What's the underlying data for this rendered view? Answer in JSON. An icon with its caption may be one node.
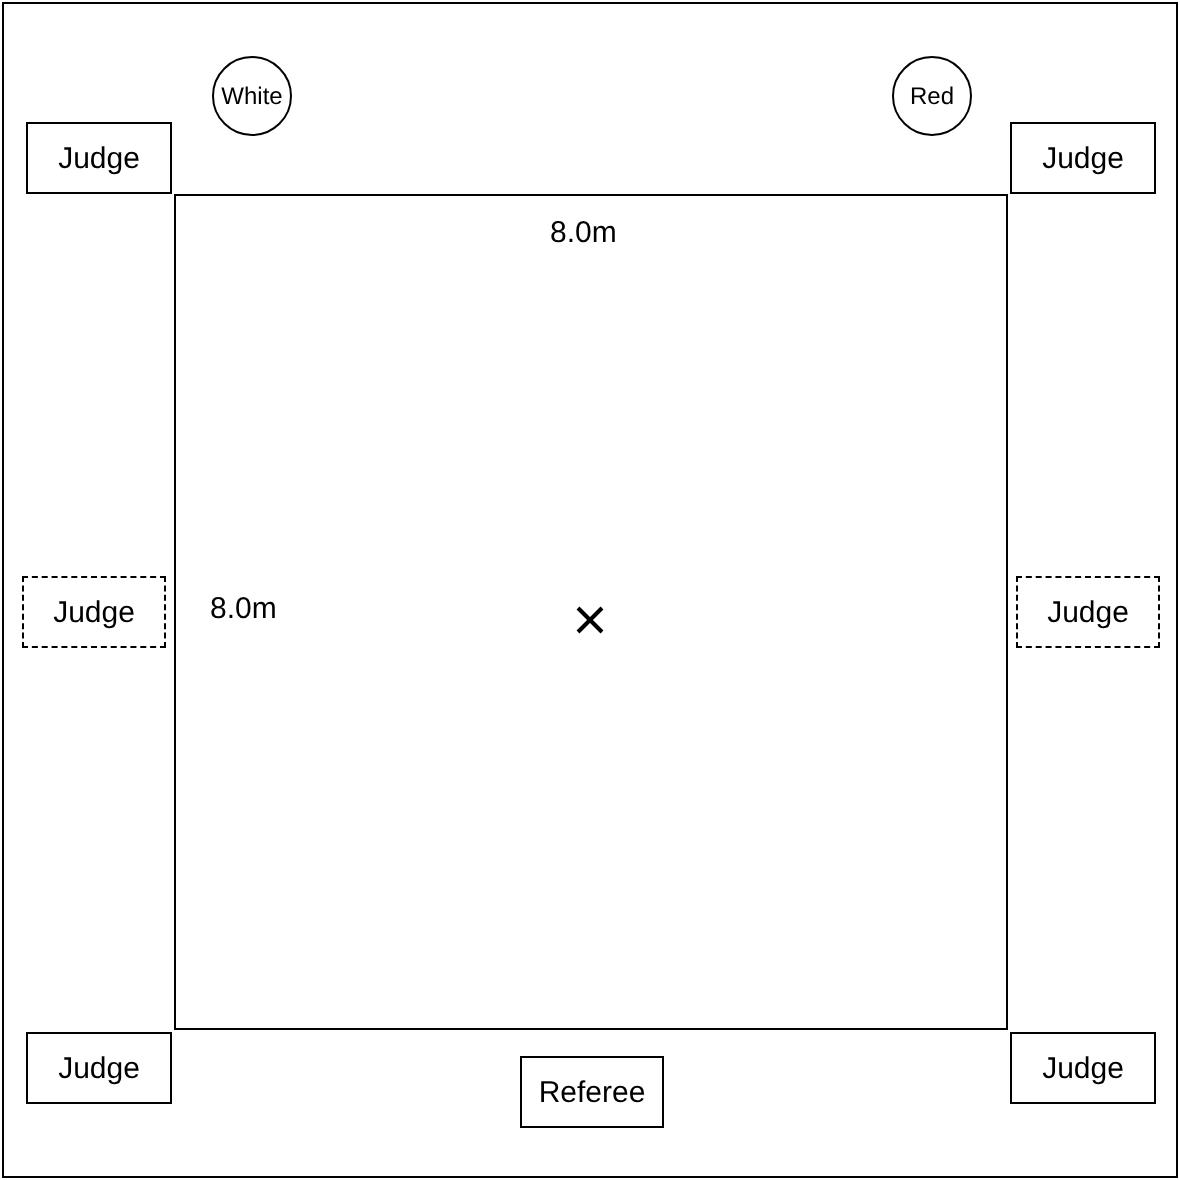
{
  "diagram": {
    "nodes": [
      {
        "text": [
          "White"
        ]
      },
      {
        "text": [
          "Red"
        ]
      },
      {
        "text": [
          "Judge"
        ]
      },
      {
        "text": [
          "Judge"
        ]
      },
      {
        "text": [
          "Judge"
        ]
      },
      {
        "text": [
          "Judge"
        ]
      },
      {
        "text": [
          "Judge"
        ]
      },
      {
        "text": [
          "Judge"
        ]
      },
      {
        "text": [
          "Referee"
        ]
      }
    ],
    "labels": [
      "8.0m",
      "8.0m"
    ]
  }
}
